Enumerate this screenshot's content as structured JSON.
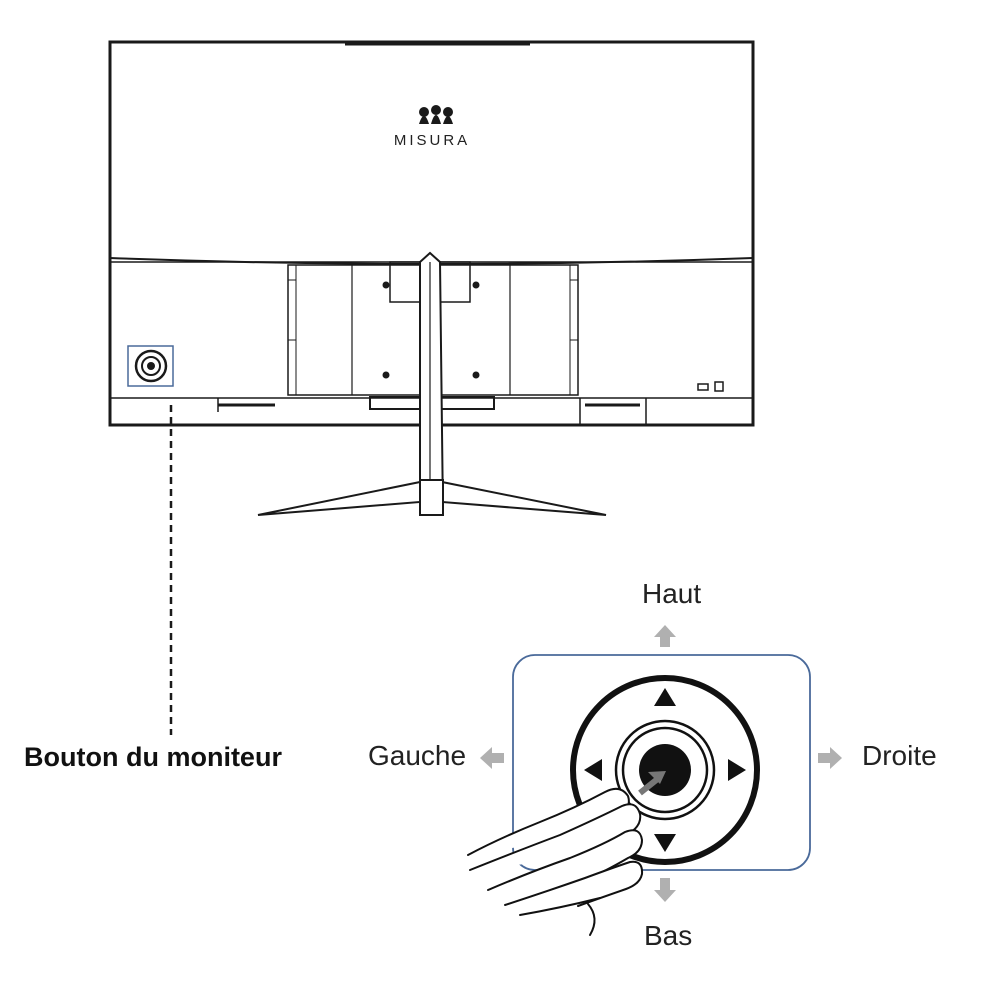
{
  "brand": {
    "name": "MISURA"
  },
  "labels": {
    "monitor_button": "Bouton du moniteur",
    "up": "Haut",
    "down": "Bas",
    "left": "Gauche",
    "right": "Droite"
  },
  "colors": {
    "line": "#1a1a1a",
    "highlight_frame": "#4a6a9a",
    "direction_arrow": "#b0b0b0"
  }
}
